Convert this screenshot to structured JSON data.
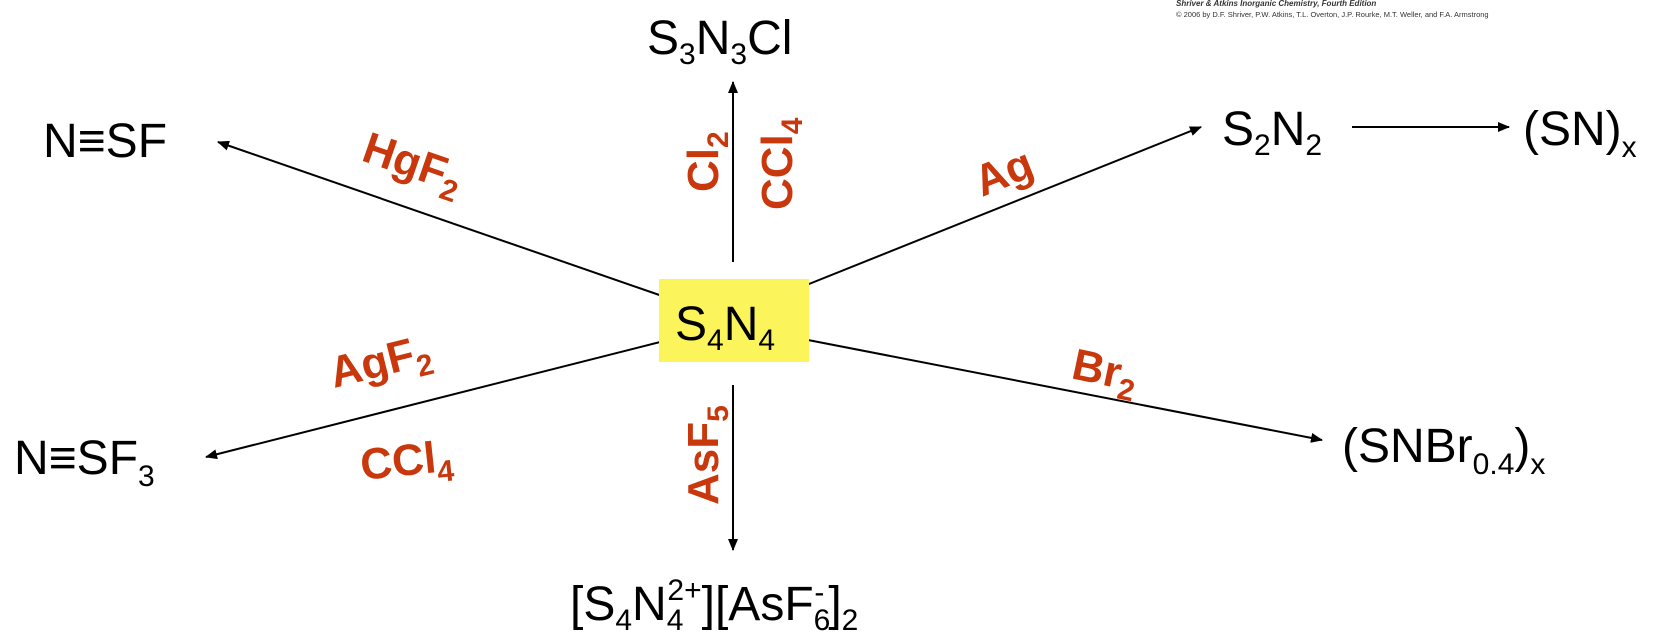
{
  "colors": {
    "center_highlight": "#fbf45a",
    "reagent": "#c8380c",
    "arrow": "#000000"
  },
  "credit": {
    "title": "Shriver & Atkins Inorganic Chemistry, Fourth Edition",
    "copyright": "© 2006 by D.F. Shriver, P.W. Atkins, T.L. Overton, J.P. Rourke, M.T. Weller, and F.A. Armstrong"
  },
  "center": {
    "main1": "S",
    "sub1": "4",
    "main2": "N",
    "sub2": "4"
  },
  "products": {
    "top": {
      "a": "S",
      "b": "3",
      "c": "N",
      "d": "3",
      "e": "Cl"
    },
    "upper_left": {
      "a": "N≡SF"
    },
    "upper_right": {
      "a": "S",
      "b": "2",
      "c": "N",
      "d": "2"
    },
    "far_right": {
      "a": "(SN)",
      "b": "x"
    },
    "lower_left": {
      "a": "N≡SF",
      "b": "3"
    },
    "lower_right": {
      "a": "(SNBr",
      "b": "0.4",
      "c": ")",
      "d": "x"
    },
    "bottom": {
      "a": "[S",
      "b": "4",
      "c": "N",
      "d": "4",
      "e": "2+",
      "f": "][AsF",
      "g": "6",
      "h": "-",
      "i": "]",
      "j": "2"
    }
  },
  "reagents": {
    "cl2": {
      "a": "Cl",
      "b": "2"
    },
    "ccl4_top": {
      "a": "CCl",
      "b": "4"
    },
    "hgf2": {
      "a": "HgF",
      "b": "2"
    },
    "ag": {
      "a": "Ag"
    },
    "agf2": {
      "a": "AgF",
      "b": "2"
    },
    "ccl4_left": {
      "a": "CCl",
      "b": "4"
    },
    "br2": {
      "a": "Br",
      "b": "2"
    },
    "asf5": {
      "a": "AsF",
      "b": "5"
    }
  }
}
